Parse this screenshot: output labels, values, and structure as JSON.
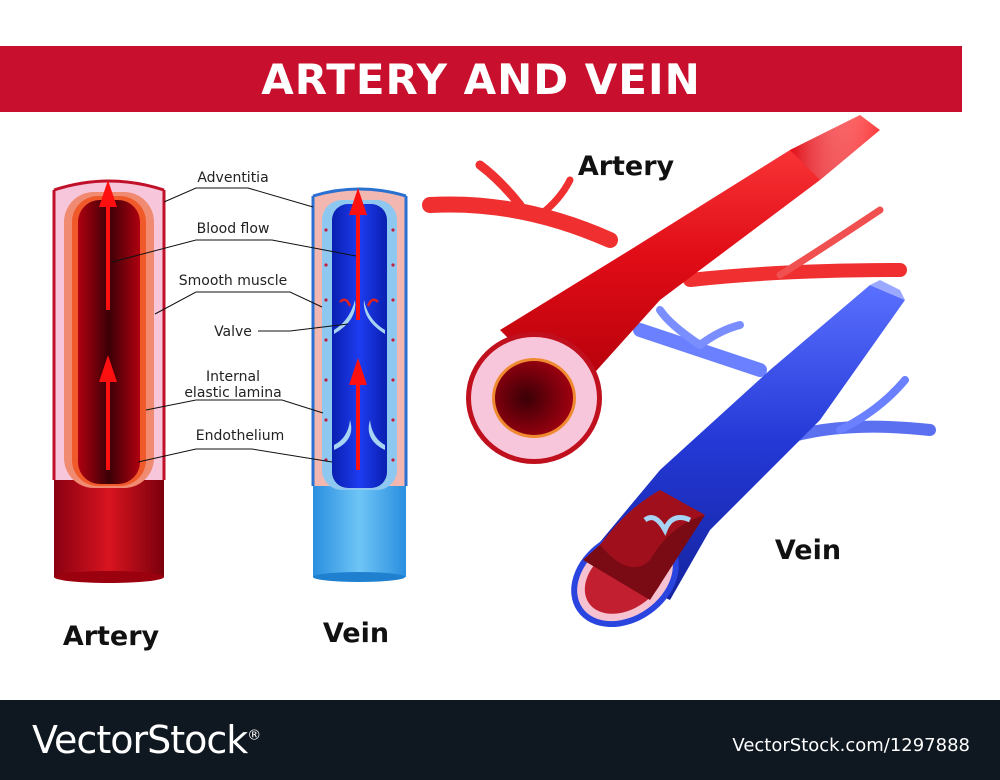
{
  "header": {
    "title": "ARTERY AND VEIN"
  },
  "labels": {
    "adventitia": "Adventitia",
    "blood_flow": "Blood flow",
    "smooth_muscle": "Smooth muscle",
    "valve": "Valve",
    "internal_elastic_1": "Internal",
    "internal_elastic_2": "elastic lamina",
    "endothelium": "Endothelium"
  },
  "captions": {
    "artery_section": "Artery",
    "vein_section": "Vein",
    "artery_3d": "Artery",
    "vein_3d": "Vein"
  },
  "footer": {
    "brand": "VectorStock",
    "registered": "®",
    "image_id": "VectorStock.com/1297888"
  },
  "colors": {
    "banner": "#c8102e",
    "artery_red": "#e0101a",
    "vein_blue": "#2438d6",
    "footer_bg": "#0f1720"
  }
}
